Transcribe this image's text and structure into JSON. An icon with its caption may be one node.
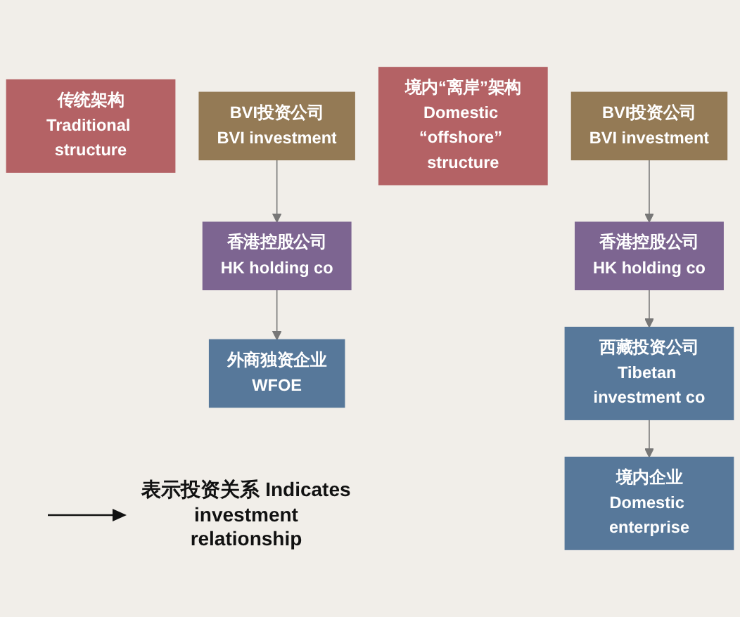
{
  "diagram": {
    "nodes": [
      {
        "text": [
          "传统架构",
          "Traditional structure"
        ]
      },
      {
        "text": [
          "BVI投资公司",
          "BVI investment"
        ]
      },
      {
        "text": [
          "香港控股公司",
          "HK holding co"
        ]
      },
      {
        "text": [
          "外商独资企业",
          "WFOE"
        ]
      },
      {
        "text": [
          "境内“离岸”架构",
          "Domestic “offshore” structure"
        ]
      },
      {
        "text": [
          "BVI投资公司",
          "BVI investment"
        ]
      },
      {
        "text": [
          "香港控股公司",
          "HK holding co"
        ]
      },
      {
        "text": [
          "西藏投资公司",
          "Tibetan investment co"
        ]
      },
      {
        "text": [
          "境内企业",
          "Domestic enterprise"
        ]
      }
    ],
    "edges": [
      {
        "from": 1,
        "to": 2,
        "arrow": "to"
      },
      {
        "from": 2,
        "to": 3,
        "arrow": "to"
      },
      {
        "from": 5,
        "to": 6,
        "arrow": "to"
      },
      {
        "from": 6,
        "to": 7,
        "arrow": "to"
      },
      {
        "from": 7,
        "to": 8,
        "arrow": "to"
      }
    ],
    "legend": [
      {
        "text": "表示投资关系 Indicates investment relationship"
      }
    ]
  }
}
